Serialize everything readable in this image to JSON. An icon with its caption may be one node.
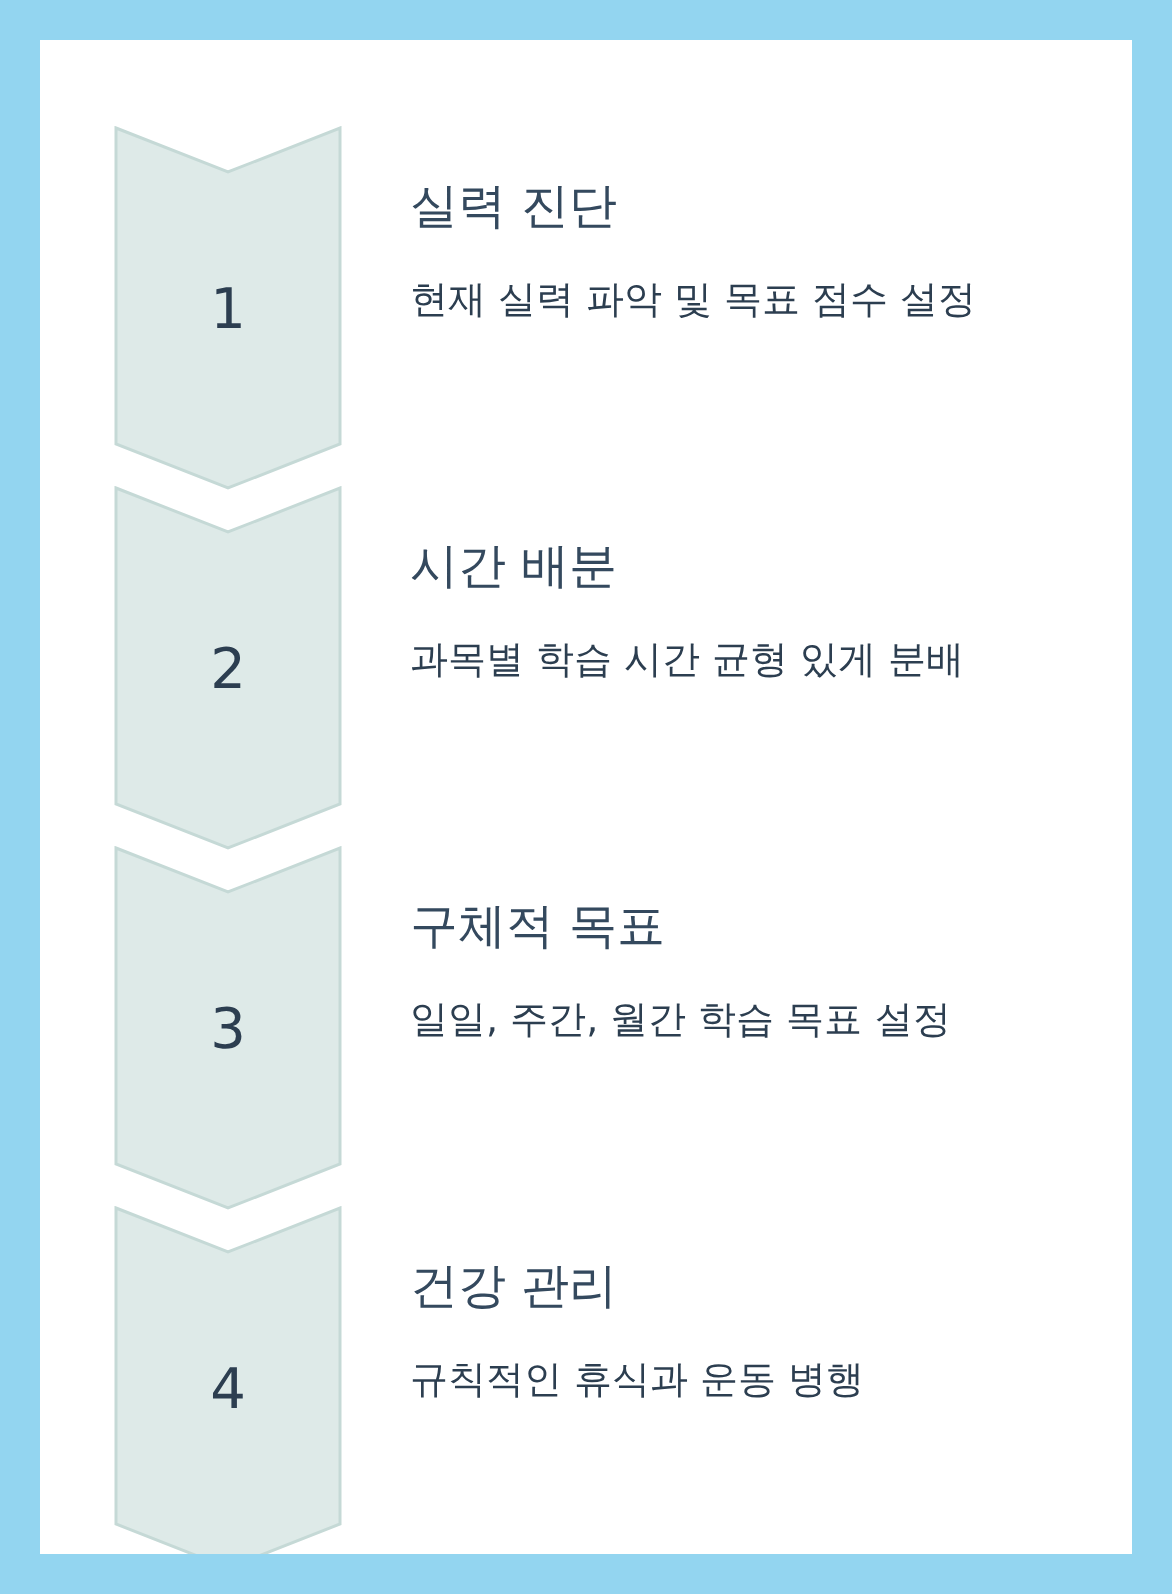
{
  "diagram": {
    "nodes": [
      {
        "text": [
          "1"
        ],
        "beside": [
          "실력 진단",
          "현재 실력 파악 및 목표 점수 설정"
        ]
      },
      {
        "text": [
          "2"
        ],
        "beside": [
          "시간 배분",
          "과목별 학습 시간 균형 있게 분배"
        ]
      },
      {
        "text": [
          "3"
        ],
        "beside": [
          "구체적 목표",
          "일일, 주간, 월간 학습 목표 설정"
        ]
      },
      {
        "text": [
          "4"
        ],
        "beside": [
          "건강 관리",
          "규칙적인 휴식과 운동 병행"
        ]
      }
    ]
  }
}
